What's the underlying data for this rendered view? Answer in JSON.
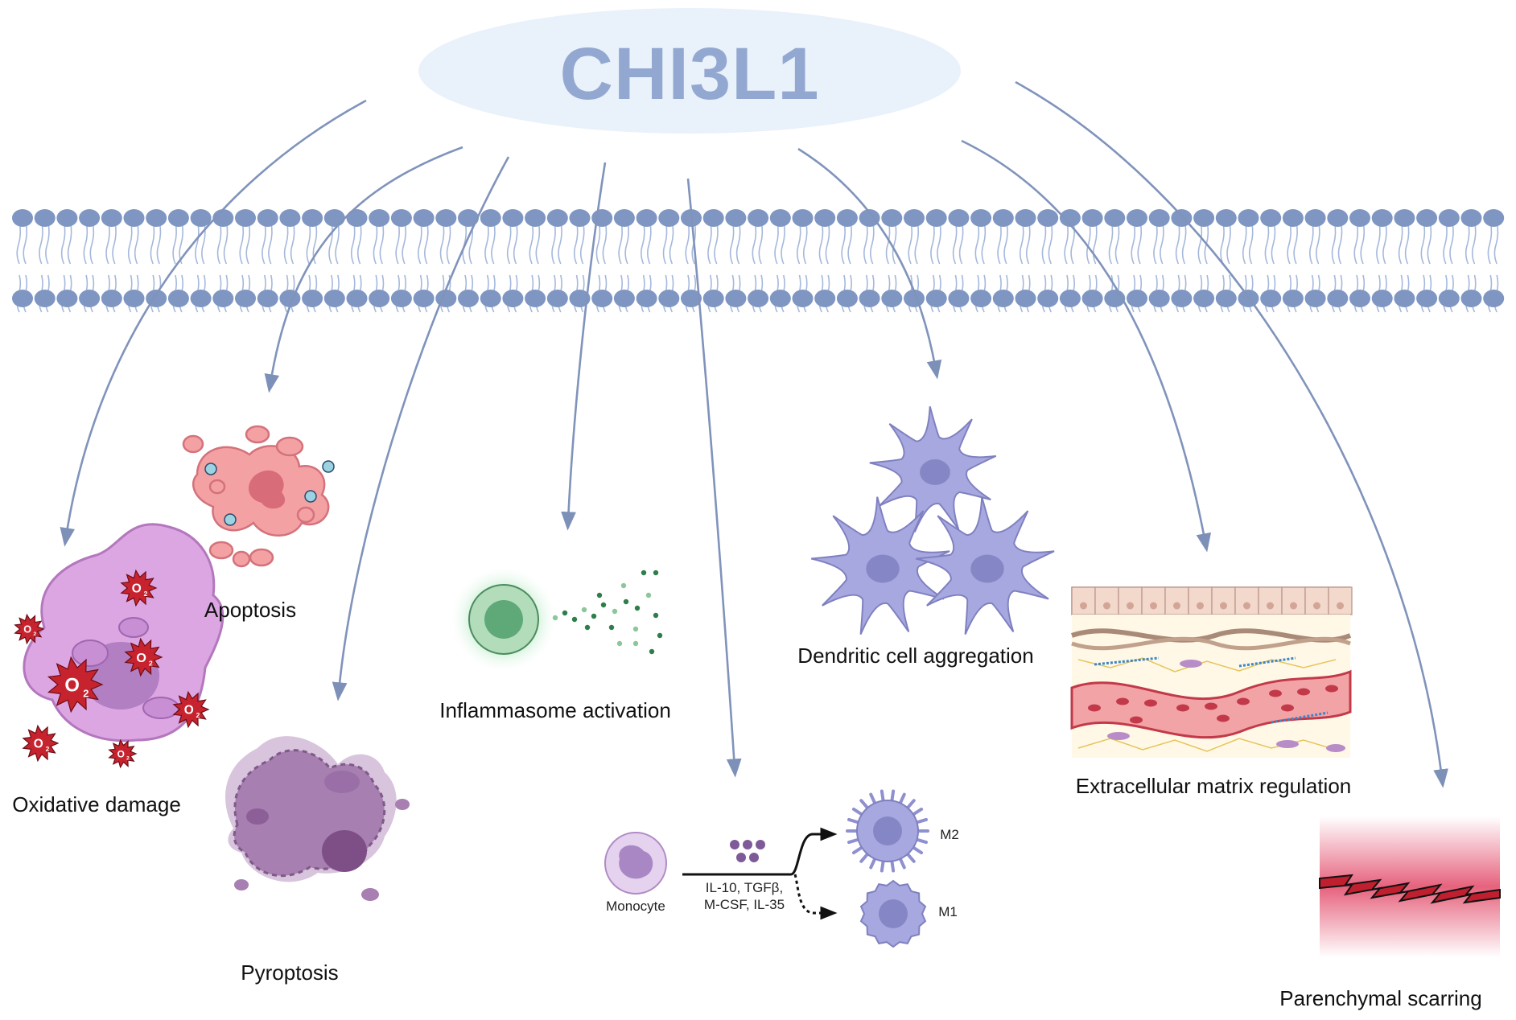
{
  "title": "CHI3L1",
  "oxygen_symbol": "O",
  "oxygen_subscript": "2",
  "outcomes": [
    {
      "id": "oxidative",
      "label": "Oxidative damage"
    },
    {
      "id": "apoptosis",
      "label": "Apoptosis"
    },
    {
      "id": "pyroptosis",
      "label": "Pyroptosis"
    },
    {
      "id": "inflammasome",
      "label": "Inflammasome activation"
    },
    {
      "id": "dendritic",
      "label": "Dendritic cell aggregation"
    },
    {
      "id": "ecm",
      "label": "Extracellular matrix regulation"
    },
    {
      "id": "scarring",
      "label": "Parenchymal scarring"
    }
  ],
  "macrophage": {
    "monocyte_label": "Monocyte",
    "cytokines_line1": "IL-10, TGFβ,",
    "cytokines_line2": "M-CSF, IL-35",
    "m2_label": "M2",
    "m1_label": "M1"
  },
  "colors": {
    "title_text": "#93a8d1",
    "title_ellipse": "#e8f0fa",
    "membrane": "#7f96c2",
    "arrow": "#8093bb",
    "oxidative_cell": "#dca6e3",
    "apoptosis_cell": "#f4a1a4",
    "pyroptosis_cell": "#a77fb0",
    "inflammasome_cell": "#5ea878",
    "dendritic_cell": "#a7a8df",
    "scar": "#c01f2f"
  }
}
